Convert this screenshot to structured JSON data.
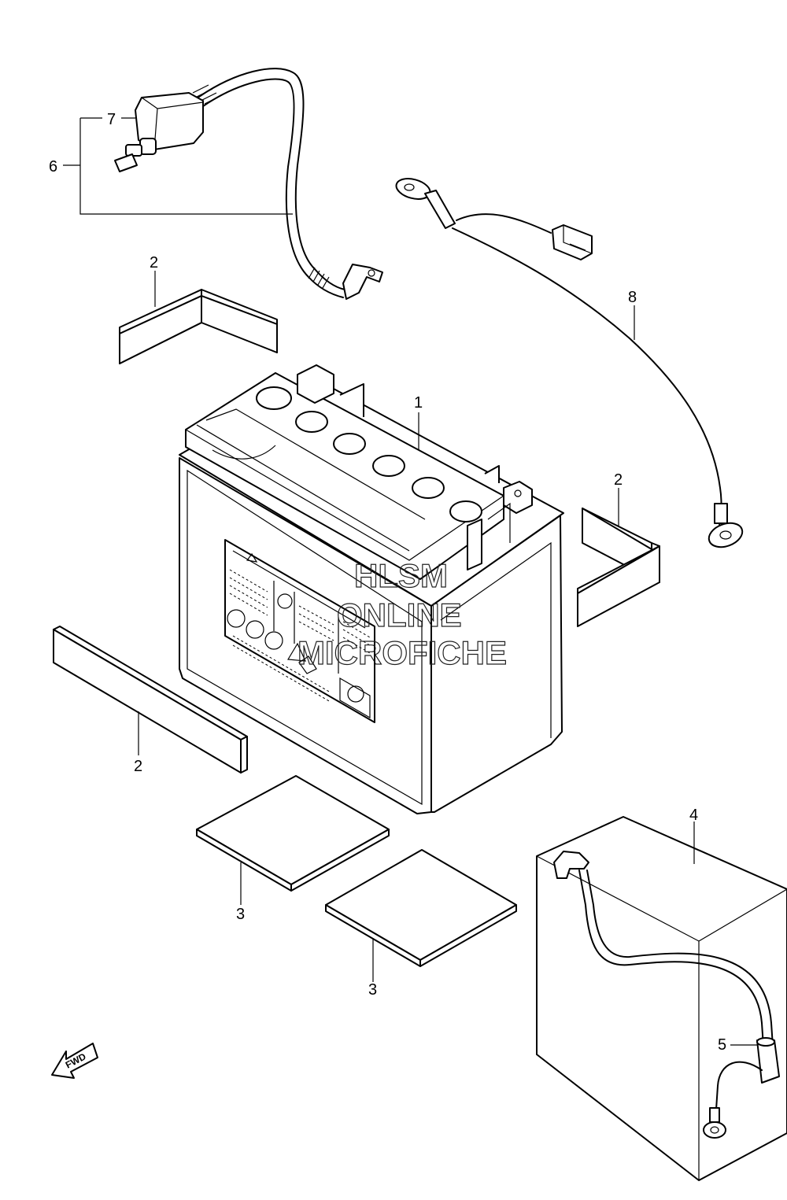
{
  "callouts": {
    "battery": "1",
    "spacer_top": "2",
    "spacer_right": "2",
    "spacer_bottom_left": "2",
    "pad_left": "3",
    "pad_right": "3",
    "cover": "4",
    "cap": "5",
    "positive_lead": "6",
    "terminal_cover": "7",
    "negative_lead": "8"
  },
  "watermark": {
    "line1": "HLSM",
    "line2": "ONLINE",
    "line3": "MICROFICHE"
  },
  "fwd_label": "FWD"
}
